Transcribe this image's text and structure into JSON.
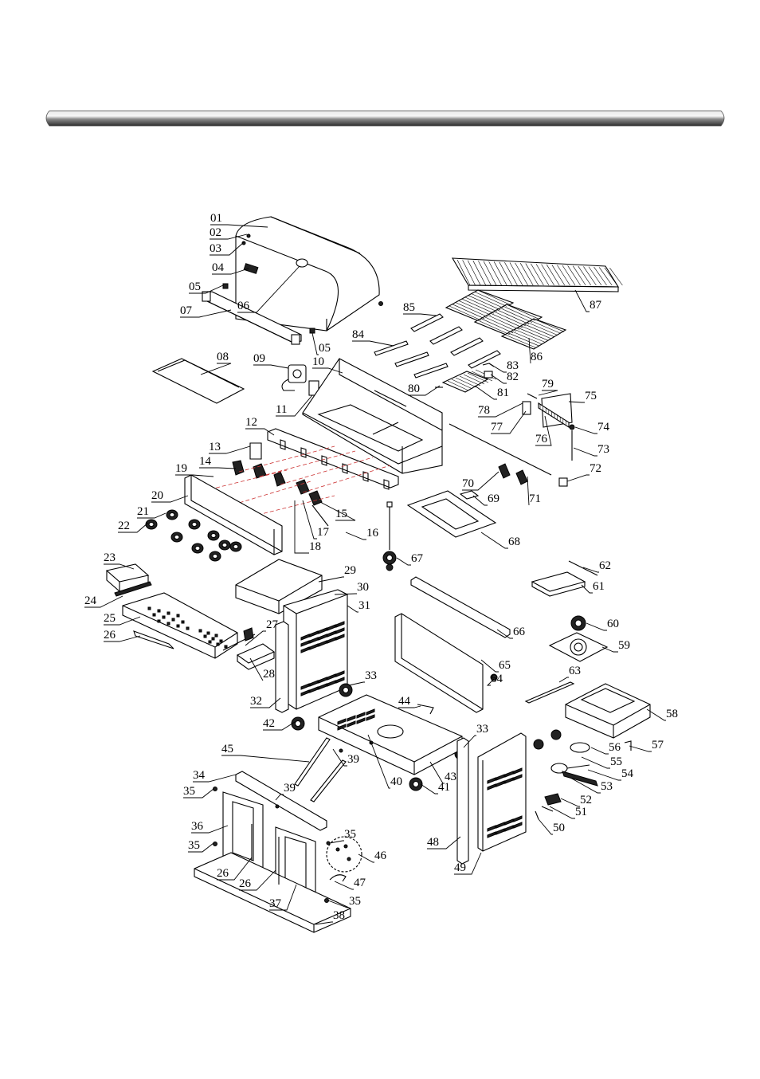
{
  "diagram": {
    "type": "exploded-parts-diagram",
    "part_labels": [
      "01",
      "02",
      "03",
      "04",
      "05",
      "05",
      "06",
      "07",
      "08",
      "09",
      "10",
      "11",
      "12",
      "13",
      "14",
      "15",
      "16",
      "17",
      "18",
      "19",
      "20",
      "21",
      "22",
      "23",
      "24",
      "25",
      "26",
      "26",
      "26",
      "27",
      "28",
      "29",
      "30",
      "31",
      "32",
      "33",
      "33",
      "34",
      "35",
      "35",
      "35",
      "35",
      "36",
      "37",
      "38",
      "39",
      "39",
      "40",
      "41",
      "42",
      "43",
      "44",
      "45",
      "46",
      "47",
      "48",
      "49",
      "50",
      "51",
      "52",
      "53",
      "54",
      "55",
      "56",
      "57",
      "58",
      "59",
      "60",
      "61",
      "62",
      "63",
      "64",
      "65",
      "66",
      "67",
      "68",
      "69",
      "70",
      "71",
      "72",
      "73",
      "74",
      "75",
      "76",
      "77",
      "78",
      "79",
      "80",
      "81",
      "82",
      "83",
      "84",
      "85",
      "86",
      "87"
    ]
  }
}
